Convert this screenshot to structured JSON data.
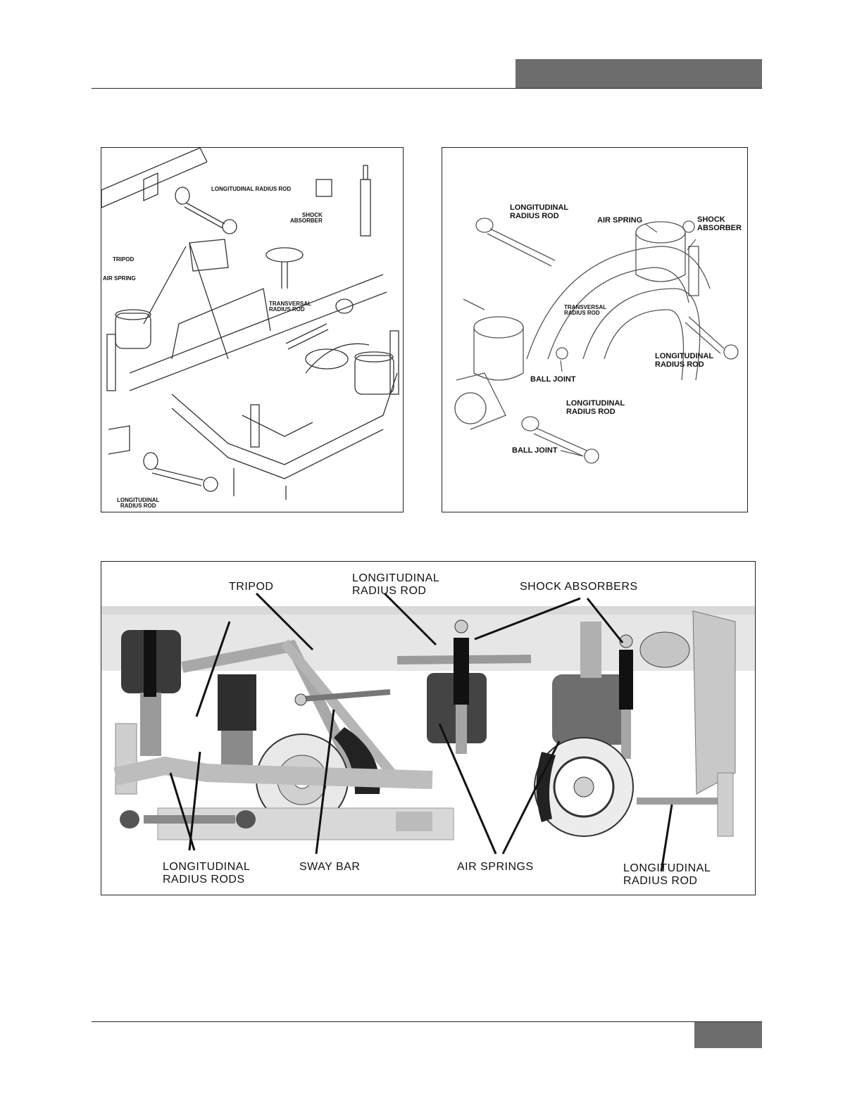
{
  "figure_1": {
    "labels": {
      "longitudinal_top": "LONGITUDINAL RADIUS ROD",
      "shock_absorber": "SHOCK\nABSORBER",
      "tripod": "TRIPOD",
      "air_spring": "AIR SPRING",
      "transversal": "TRANSVERSAL\nRADIUS ROD",
      "longitudinal_bottom": "LONGITUDINAL\nRADIUS ROD"
    }
  },
  "figure_2": {
    "labels": {
      "longitudinal_top": "LONGITUDINAL\nRADIUS ROD",
      "air_spring": "AIR SPRING",
      "shock_absorber": "SHOCK\nABSORBER",
      "transversal": "TRANSVERSAL\nRADIUS ROD",
      "longitudinal_right": "LONGITUDINAL\nRADIUS ROD",
      "ball_joint_top": "BALL JOINT",
      "longitudinal_mid": "LONGITUDINAL\nRADIUS ROD",
      "ball_joint_bottom": "BALL JOINT"
    }
  },
  "figure_3": {
    "labels": {
      "tripod": "TRIPOD",
      "longitudinal_top": "LONGITUDINAL\nRADIUS ROD",
      "shock_absorbers": "SHOCK ABSORBERS",
      "longitudinal_rods": "LONGITUDINAL\nRADIUS RODS",
      "sway_bar": "SWAY BAR",
      "air_springs": "AIR SPRINGS",
      "longitudinal_right": "LONGITUDINAL\nRADIUS ROD"
    }
  }
}
